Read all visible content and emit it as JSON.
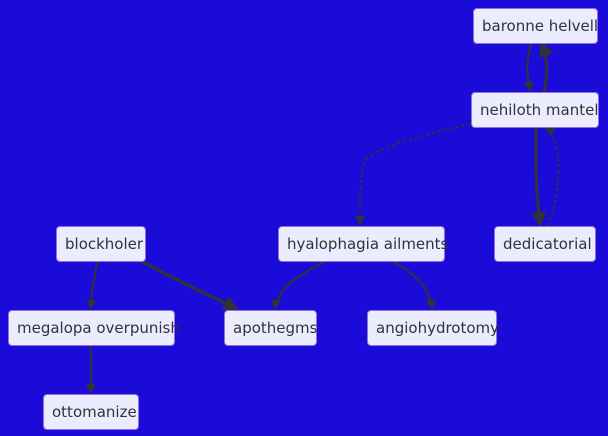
{
  "colors": {
    "background": "#1a0bd9",
    "node_fill": "#ececff",
    "node_border": "#9370db",
    "edge": "#333333"
  },
  "nodes": {
    "baronne_helvell": "baronne helvell",
    "nehiloth_mantel": "nehiloth mantel",
    "dedicatorial": "dedicatorial",
    "hyalophagia_ailments": "hyalophagia ailments",
    "blockholer": "blockholer",
    "megalopa_overpunish": "megalopa overpunish",
    "apothegms": "apothegms",
    "angiohydrotomy": "angiohydrotomy",
    "ottomanize": "ottomanize"
  },
  "edges": [
    {
      "from": "baronne_helvell",
      "to": "nehiloth_mantel",
      "style": "solid"
    },
    {
      "from": "nehiloth_mantel",
      "to": "baronne_helvell",
      "style": "thick"
    },
    {
      "from": "nehiloth_mantel",
      "to": "dedicatorial",
      "style": "thick"
    },
    {
      "from": "dedicatorial",
      "to": "nehiloth_mantel",
      "style": "dotted"
    },
    {
      "from": "nehiloth_mantel",
      "to": "hyalophagia_ailments",
      "style": "dotted"
    },
    {
      "from": "hyalophagia_ailments",
      "to": "apothegms",
      "style": "solid"
    },
    {
      "from": "hyalophagia_ailments",
      "to": "angiohydrotomy",
      "style": "solid"
    },
    {
      "from": "blockholer",
      "to": "megalopa_overpunish",
      "style": "solid"
    },
    {
      "from": "blockholer",
      "to": "apothegms",
      "style": "thick"
    },
    {
      "from": "megalopa_overpunish",
      "to": "ottomanize",
      "style": "solid"
    }
  ]
}
